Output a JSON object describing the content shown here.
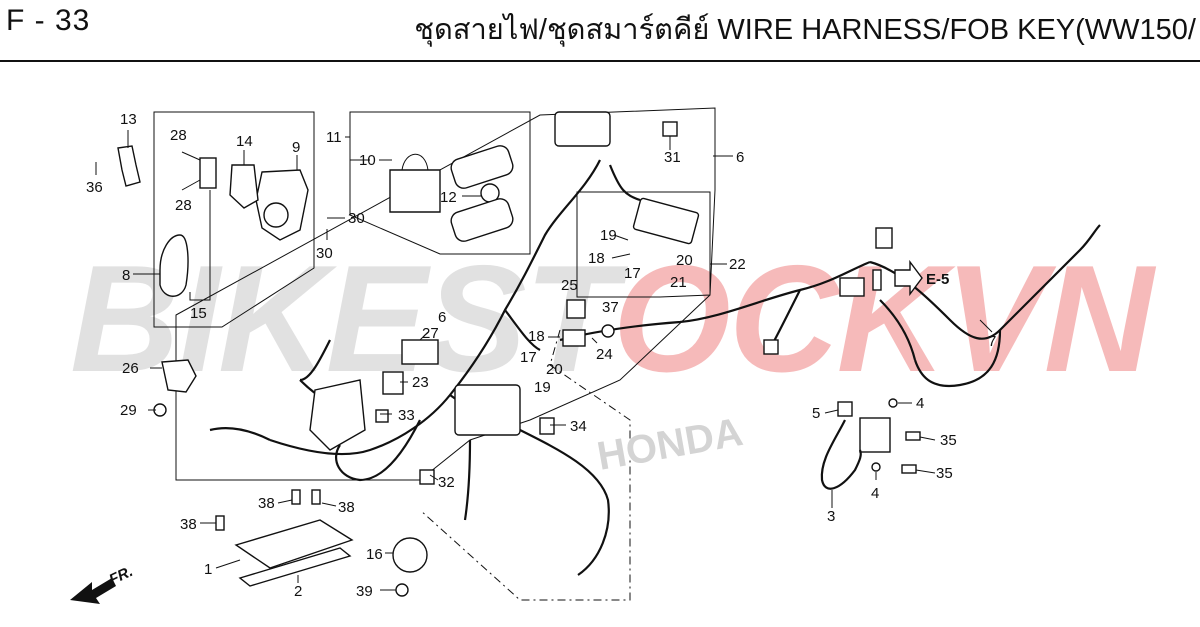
{
  "header": {
    "page_code": "F - 33",
    "title": "ชุดสายไฟ/ชุดสมาร์ตคีย์  WIRE HARNESS/FOB KEY(WW150/"
  },
  "watermark": {
    "part_a": "BIKEST",
    "part_b": "OCKVN"
  },
  "reference": {
    "label": "E-5"
  },
  "direction": {
    "label": "FR."
  },
  "brand_mark": "HONDA",
  "callouts": {
    "c1": "1",
    "c2": "2",
    "c3": "3",
    "c4a": "4",
    "c4b": "4",
    "c5": "5",
    "c6a": "6",
    "c6b": "6",
    "c7": "7",
    "c8": "8",
    "c9": "9",
    "c10": "10",
    "c11": "11",
    "c12": "12",
    "c13": "13",
    "c14": "14",
    "c15": "15",
    "c16": "16",
    "c17a": "17",
    "c17b": "17",
    "c18a": "18",
    "c18b": "18",
    "c19a": "19",
    "c19b": "19",
    "c20a": "20",
    "c20b": "20",
    "c21": "21",
    "c22": "22",
    "c23": "23",
    "c24": "24",
    "c25": "25",
    "c26": "26",
    "c27": "27",
    "c28a": "28",
    "c28b": "28",
    "c29": "29",
    "c30a": "30",
    "c30b": "30",
    "c31": "31",
    "c32": "32",
    "c33": "33",
    "c34": "34",
    "c35a": "35",
    "c35b": "35",
    "c36": "36",
    "c37": "37",
    "c38a": "38",
    "c38b": "38",
    "c38c": "38",
    "c39": "39"
  },
  "colors": {
    "ink": "#111111",
    "watermark_gray": "#c8c8c8",
    "watermark_red": "#ee8282"
  }
}
